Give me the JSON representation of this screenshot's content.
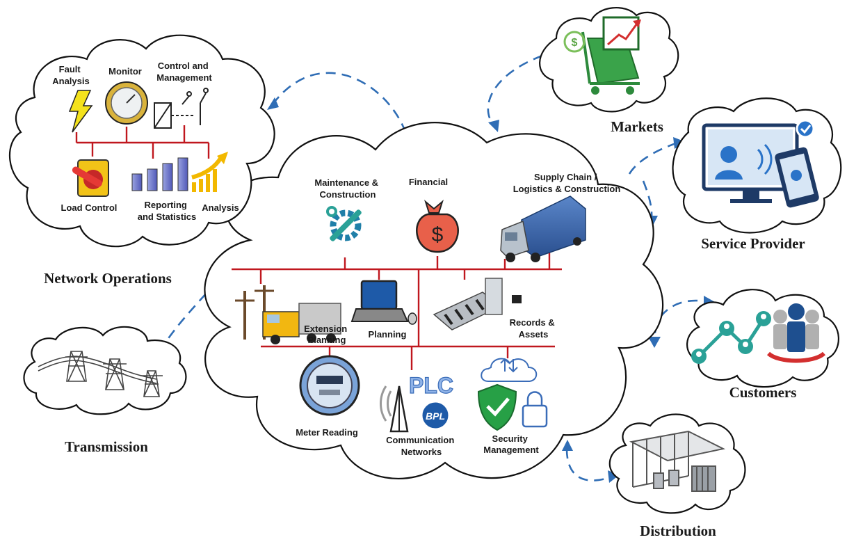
{
  "clouds": {
    "network_operations": {
      "title": "Network Operations",
      "items": {
        "fault_analysis": [
          "Fault",
          "Analysis"
        ],
        "monitor": "Monitor",
        "control_management": [
          "Control and",
          "Management"
        ],
        "load_control": "Load Control",
        "reporting": [
          "Reporting",
          "and Statistics"
        ],
        "analysis": "Analysis"
      }
    },
    "markets": {
      "title": "Markets"
    },
    "service_provider": {
      "title": "Service Provider"
    },
    "customers": {
      "title": "Customers"
    },
    "transmission": {
      "title": "Transmission"
    },
    "distribution": {
      "title": "Distribution"
    },
    "enterprise": {
      "items": {
        "maintenance": [
          "Maintenance &",
          "Construction"
        ],
        "financial": "Financial",
        "supply_chain": [
          "Supply Chain /",
          "Logistics & Construction"
        ],
        "extension": [
          "Extension",
          "Planning"
        ],
        "planning": "Planning",
        "records": [
          "Records &",
          "Assets"
        ],
        "meter_reading": "Meter Reading",
        "communication": [
          "Communication",
          "Networks"
        ],
        "security": [
          "Security",
          "Management"
        ],
        "plc": "PLC",
        "bpl": "BPL"
      }
    }
  },
  "colors": {
    "bus": "#c0171e",
    "connector": "#2f6db5",
    "cloud_outline": "#111111"
  }
}
